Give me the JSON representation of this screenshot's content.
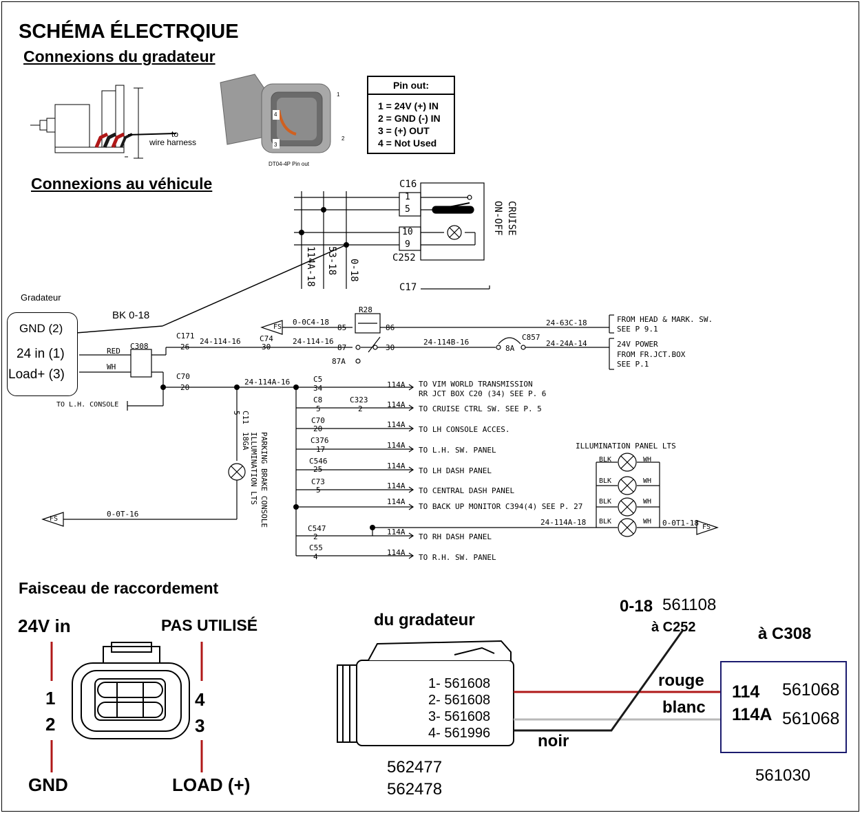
{
  "title": "SCHÉMA ÉLECTRQIUE",
  "sections": {
    "dimmer_connections": "Connexions du gradateur",
    "vehicle_connections": "Connexions au véhicule",
    "harness": "Faisceau de raccordement"
  },
  "side_view": {
    "label_to": "to",
    "label_harness": "wire harness"
  },
  "connector_caption": "DT04-4P Pin out",
  "connector_pin_numbers": [
    "1",
    "2",
    "3",
    "4"
  ],
  "pinout": {
    "title": "Pin out:",
    "lines": [
      "1 = 24V (+) IN",
      "2 = GND (-) IN",
      "3 = (+) OUT",
      "4 = Not Used"
    ]
  },
  "gradateur": {
    "label": "Gradateur",
    "pins": [
      "GND (2)",
      "24 in (1)",
      "Load+ (3)"
    ],
    "bk_label": "BK 0-18"
  },
  "schematic": {
    "c16": "C16",
    "c16_pins": [
      "1",
      "5",
      "10",
      "9"
    ],
    "c252": "C252",
    "c17": "C17",
    "cruise": [
      "CRUISE",
      "ON-OFF"
    ],
    "bus_labels": [
      "114A-18",
      "53-18",
      "0-18"
    ],
    "red": "RED",
    "wh": "WH",
    "c308": "C308",
    "lh_console": "TO L.H. CONSOLE",
    "c171": "C171",
    "c171_pin": "26",
    "wire_114_16a": "24-114-16",
    "c74": "C74",
    "c74_pin": "30",
    "wire_114_16b": "24-114-16",
    "r28": "R28",
    "r28_pins": [
      "85",
      "86",
      "87",
      "30",
      "87A"
    ],
    "fs_0c4": "0-0C4-18",
    "fs": "FS",
    "wire_63c": "24-63C-18",
    "from_head": [
      "FROM HEAD & MARK. SW.",
      "SEE P 9.1"
    ],
    "wire_114b": "24-114B-16",
    "c857": "C857",
    "fuse": "8A",
    "wire_24a": "24-24A-14",
    "power": [
      "24V POWER",
      "FROM FR.JCT.BOX",
      "SEE P.1"
    ],
    "c70": "C70",
    "c70_pin": "20",
    "wire_114a_16": "24-114A-16",
    "c11": "C11",
    "c11_pin": "5",
    "ga": "18GA",
    "parking": [
      "PARKING BRAKE CONSOLE",
      "ILLUMINATION LTS"
    ],
    "wire_0t16": "0-0T-16",
    "branches": [
      {
        "conn": "C5",
        "pin": "34",
        "wire": "114A",
        "dest": "TO VIM WORLD TRANSMISSION",
        "dest2": "RR JCT BOX C20 (34) SEE P. 6"
      },
      {
        "conn": "C8",
        "pin": "5",
        "conn2": "C323",
        "pin2": "2",
        "wire": "114A",
        "dest": "TO CRUISE CTRL SW. SEE P. 5"
      },
      {
        "conn": "C70",
        "pin": "20",
        "wire": "114A",
        "dest": "TO LH CONSOLE ACCES."
      },
      {
        "conn": "C376",
        "pin": "17",
        "wire": "114A",
        "dest": "TO L.H. SW. PANEL"
      },
      {
        "conn": "C546",
        "pin": "25",
        "wire": "114A",
        "dest": "TO LH DASH PANEL"
      },
      {
        "conn": "C73",
        "pin": "5",
        "wire": "114A",
        "dest": "TO CENTRAL DASH PANEL"
      },
      {
        "conn": "",
        "pin": "",
        "wire": "114A",
        "dest": "TO BACK UP MONITOR C394(4) SEE P. 27"
      },
      {
        "conn": "C547",
        "pin": "2",
        "wire": "114A",
        "dest": "TO RH DASH PANEL"
      },
      {
        "conn": "C55",
        "pin": "4",
        "wire": "114A",
        "dest": "TO R.H. SW. PANEL"
      }
    ],
    "illum_title": "ILLUMINATION PANEL LTS",
    "blk": "BLK",
    "wh2": "WH",
    "wire_114a_18": "24-114A-18",
    "wire_0t1": "0-0T1-18"
  },
  "harness": {
    "top_left": "24V in",
    "top_right": "PAS UTILISÉ",
    "bottom_left": "GND",
    "bottom_right": "LOAD (+)",
    "pin_left": [
      "1",
      "2"
    ],
    "pin_right": [
      "4",
      "3"
    ],
    "from_dimmer": "du gradateur",
    "terminals": [
      "1- 561608",
      "2- 561608",
      "3- 561608",
      "4- 561996"
    ],
    "housings": [
      "562477",
      "562478"
    ],
    "ground_wire": "0-18",
    "ground_part": "561108",
    "to_c252": "à C252",
    "to_c308": "à C308",
    "rouge": "rouge",
    "blanc": "blanc",
    "noir": "noir",
    "c308_rows": [
      {
        "circuit": "114",
        "part": "561068"
      },
      {
        "circuit": "114A",
        "part": "561068"
      }
    ],
    "c308_part": "561030"
  },
  "colors": {
    "red_wire": "#b01818",
    "white_wire": "#b8b8b8",
    "box_border": "#1a1a6e",
    "connector_gray": "#9a9a9a"
  }
}
